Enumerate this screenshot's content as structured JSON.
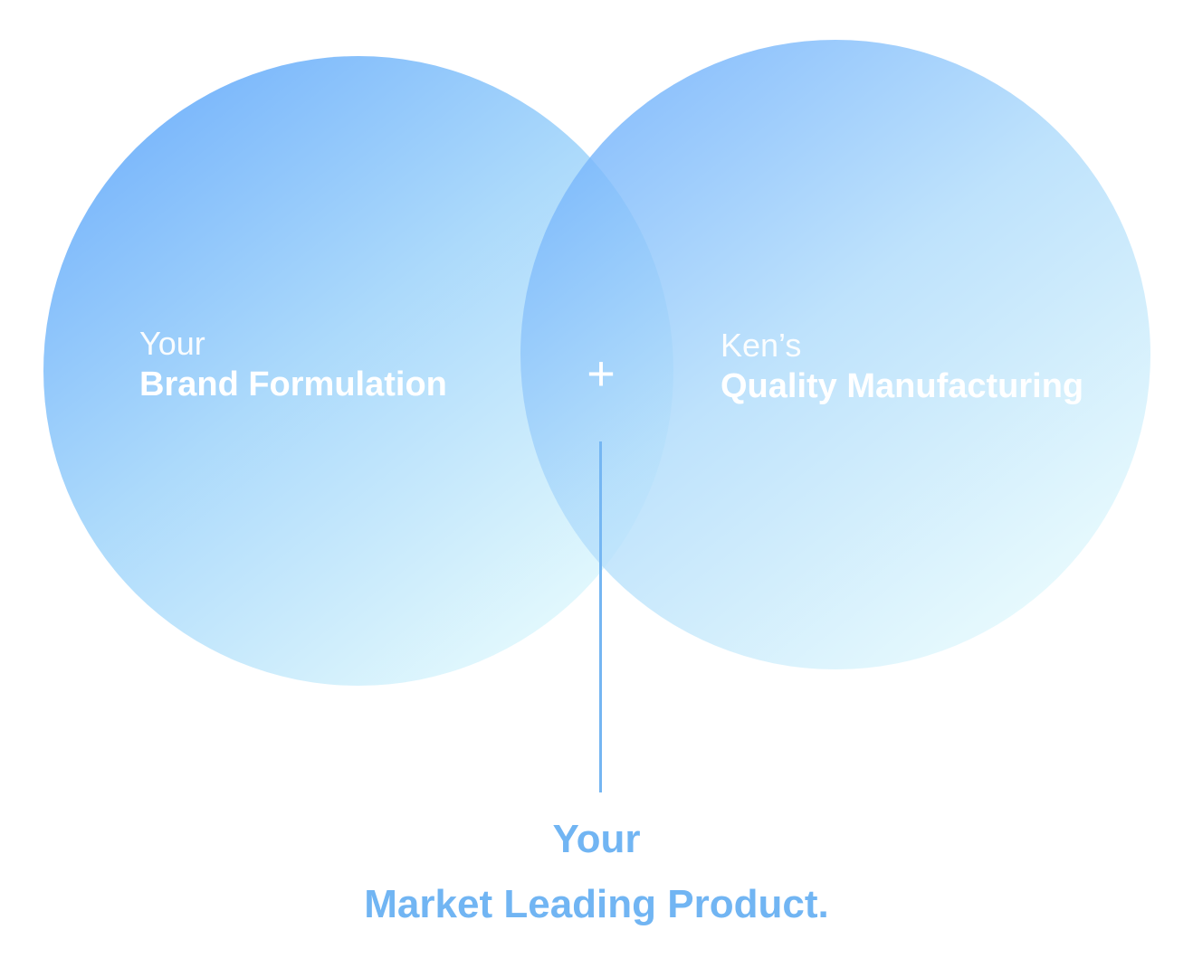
{
  "left_circle": {
    "line1": "Your",
    "line2": "Brand Formulation"
  },
  "right_circle": {
    "line1": "Ken’s",
    "line2": "Quality Manufacturing"
  },
  "intersection_symbol": "+",
  "result": {
    "line1": "Your",
    "line2": "Market Leading Product."
  },
  "colors": {
    "circle_deep": "#6fb0fb",
    "circle_light": "#e6fbfd",
    "result_text": "#71b5f3",
    "connector": "#75b6f2",
    "label_text": "#ffffff"
  }
}
